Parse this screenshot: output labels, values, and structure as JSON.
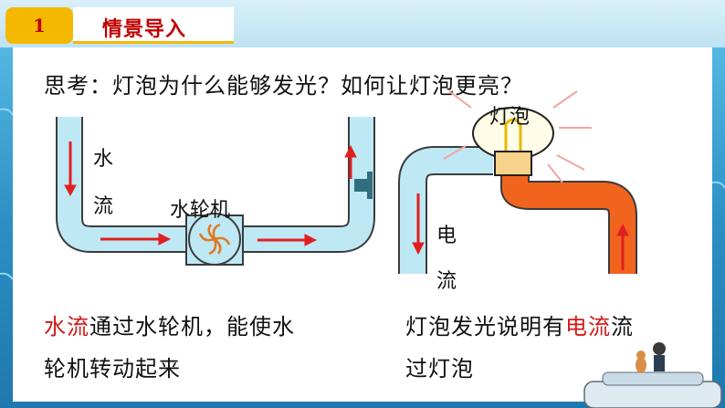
{
  "header": {
    "section_number": "1",
    "section_title": "情景导入"
  },
  "question": "思考：灯泡为什么能够发光？如何让灯泡更亮？",
  "diagram_left": {
    "label_water_1": "水",
    "label_water_2": "流",
    "label_turbine": "水轮机"
  },
  "diagram_right": {
    "label_bulb": "灯泡",
    "label_current_1": "电",
    "label_current_2": "流"
  },
  "caption_left": {
    "highlight": "水流",
    "rest_line1": "通过水轮机，能使水",
    "line2": "轮机转动起来"
  },
  "caption_right": {
    "before": "灯泡发光说明有",
    "highlight": "电流",
    "after": "流",
    "line2": "过灯泡"
  },
  "colors": {
    "accent_yellow": "#f5b800",
    "title_red": "#c00000",
    "pipe_blue": "#b9e6f3",
    "wire_orange": "#f0641e",
    "arrow_red": "#e02020"
  }
}
